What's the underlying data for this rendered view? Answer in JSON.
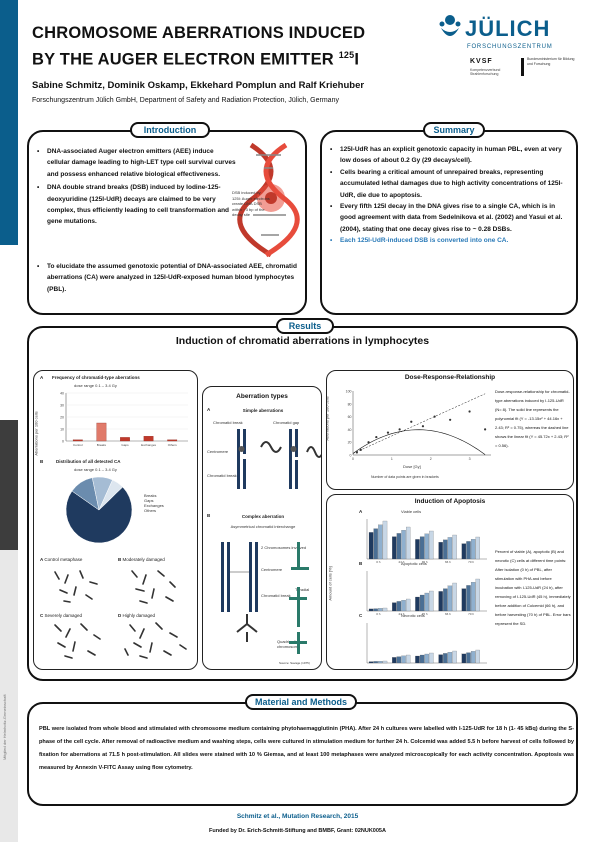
{
  "header": {
    "title_line1": "CHROMOSOME ABERRATIONS INDUCED",
    "title_line2": "BY THE AUGER ELECTRON EMITTER",
    "title_iso": "125",
    "title_el": "I",
    "authors": "Sabine Schmitz, Dominik Oskamp, Ekkehard Pomplun and Ralf Kriehuber",
    "affiliation": "Forschungszentrum Jülich GmbH, Department of Safety and Radiation Protection, Jülich, Germany"
  },
  "logos": {
    "juelich": "JÜLICH",
    "juelich_sub": "FORSCHUNGSZENTRUM",
    "kvsf": "KVSF",
    "kvsf_sub": "Kompetenzverbund Strahlenforschung",
    "gov": "Bundesministerium für Bildung und Forschung"
  },
  "sidebar": {
    "vertical_text": "Mitglied der Helmholtz-Gemeinschaft"
  },
  "introduction": {
    "heading": "Introduction",
    "bullets": [
      "DNA-associated Auger electron emitters (AEE) induce cellular damage leading to high-LET type cell survival curves and possess enhanced relative biological effectiveness.",
      "DNA double strand breaks (DSB) induced by Iodine-125-deoxyuridine (125I-UdR) decays are claimed to be very complex, thus efficiently leading to cell transformation and gene mutations.",
      "To elucidate the assumed genotoxic potential of DNA-associated AEE, chromatid aberrations (CA) were analyzed in 125I-UdR-exposed human blood lymphocytes (PBL)."
    ],
    "figure_caption": "DSB induced by 125I: Auger electrons create DNA DSB within ~3 bp of the decay site"
  },
  "summary": {
    "heading": "Summary",
    "bullets": [
      "125I-UdR has an explicit genotoxic capacity in human PBL, even at very low doses of about 0.2 Gy (29 decays/cell).",
      "Cells bearing a critical amount of unrepaired breaks, representing accumulated lethal damages due to high activity concentrations of 125I-UdR, die due to apoptosis.",
      "Every fifth 125I decay in the DNA gives rise to a single CA, which is in good agreement with data from Sedelnikova et al. (2002) and Yasui et al. (2004), stating that one decay gives rise to ~ 0.28 DSBs."
    ],
    "highlight": "Each 125I-UdR-induced DSB is converted into one CA."
  },
  "results": {
    "heading": "Results",
    "title": "Induction of chromatid aberrations in lymphocytes",
    "freq_panel": {
      "label_a": "A",
      "title_a": "Frequency of chromatid-type aberrations",
      "subtitle_a": "dose range 0.1 – 3.4 Gy",
      "ylabel": "Aberrations per 100 cells",
      "label_b": "B",
      "title_b": "Distribution of all detected CA",
      "subtitle_b": "dose range 0.1 – 3.4 Gy",
      "pie_legend": [
        "Breaks",
        "Gaps",
        "Exchanges",
        "Others"
      ]
    },
    "metaphases": {
      "a": "Control metaphase",
      "b": "Moderately damaged",
      "c": "Severely damaged",
      "d": "Highly damaged",
      "la": "A",
      "lb": "B",
      "lc": "C",
      "ld": "D"
    },
    "aberration_types": {
      "title": "Aberration types",
      "label_a": "A",
      "simple": "Simple aberrations",
      "chromatid_break": "Chromatid break",
      "chromatid_gap": "Chromatid gap",
      "centromere": "Centromere",
      "chromatid_break2": "Chromatid break",
      "label_b": "B",
      "complex": "Complex aberration",
      "complex_sub": "Asymmetrical chromatid interchange",
      "dicentric": "2 Chromosomes involved",
      "centromere2": "Centromere",
      "acentric": "Chromatid break",
      "tri": "Triradial",
      "quad": "Quadriradial chromosome",
      "source": "Source: Savage (1975)"
    },
    "dose_response": {
      "title": "Dose-Response-Relationship",
      "ylabel": "Aberrations per 100 cells",
      "xlabel": "Dose [Gy]",
      "note": "Number of data points are given in brackets",
      "caption": "Dose-response-relationship for chromatid-type aberrations induced by I-125-UdR (N= 8). The solid line represents the polynomial fit (Y = -13.15x² + 44.16x + 2.43; R² = 0.75), whereas the dashed line shows the linear fit (Y = 45.72x + 2.43; R² = 0.56)."
    },
    "apoptosis": {
      "title": "Induction of Apoptosis",
      "ylabel": "Amount of cells [%]",
      "label_a": "A",
      "label_b": "B",
      "label_c": "C",
      "title_a": "Viable cells",
      "title_b": "Apoptotic cells",
      "title_c": "Necrotic cells",
      "caption": "Percent of viable (A), apoptotic (B) and necrotic (C) cells at different time points: After isolation (0 h) of PBL, after stimulation with PHA and before incubation with I-125-UdR (24 h), after removing of I-125-UdR (45 h), immediately before addition of Colcemid (66 h), and before harvesting (70 h) of PBL. Error bars represent the SD."
    }
  },
  "methods": {
    "heading": "Material and Methods",
    "text": "PBL were isolated from whole blood and stimulated with chromosome medium containing phytohaemagglutinin (PHA). After 24 h cultures were labelled with I-125-UdR for 18 h (1- 45 kBq) during the S-phase of the cell cycle. After removal of radioactive medium and washing steps, cells were cultured in stimulation medium for further 24 h. Colcemid was added 5.5 h before harvest of cells followed by fixation for aberrations at 71.5 h post-stimulation. All slides were stained with 10 % Giemsa, and at least 100 metaphases were analyzed microscopically for each activity concentration. Apoptosis was measured by Annexin V-FITC Assay using flow cytometry."
  },
  "footer": {
    "reference": "Schmitz et al., Mutation Research, 2015",
    "funding": "Funded by Dr. Erich-Schmitt-Stiftung and BMBF, Grant: 02NUK005A"
  },
  "colors": {
    "accent": "#0b5e8c",
    "red": "#c0392b",
    "navy": "#1f3a5f"
  },
  "chart_data": [
    {
      "type": "bar",
      "title": "Frequency of chromatid-type aberrations",
      "ylabel": "Aberrations per 100 cells",
      "ylim": [
        0,
        40
      ],
      "categories": [
        "Control",
        "Breaks",
        "Gaps",
        "Exchanges",
        "Others"
      ],
      "values": [
        1,
        15,
        3,
        4,
        1
      ]
    },
    {
      "type": "pie",
      "title": "Distribution of all detected CA",
      "categories": [
        "Breaks",
        "Gaps",
        "Exchanges",
        "Others"
      ],
      "values": [
        72,
        12,
        10,
        6
      ]
    },
    {
      "type": "scatter",
      "title": "Dose-Response-Relationship",
      "xlabel": "Dose [Gy]",
      "ylabel": "Aberrations per 100 cells",
      "xlim": [
        0,
        3.5
      ],
      "ylim": [
        0,
        100
      ],
      "x": [
        0.1,
        0.2,
        0.4,
        0.6,
        0.9,
        1.2,
        1.5,
        1.8,
        2.1,
        2.5,
        3.0,
        3.4
      ],
      "y": [
        4,
        8,
        20,
        28,
        35,
        40,
        52,
        45,
        60,
        55,
        68,
        40
      ]
    },
    {
      "type": "bar",
      "title": "Induction of Apoptosis",
      "ylabel": "Amount of cells [%]",
      "categories": [
        "0 h",
        "24 h",
        "45 h",
        "66 h",
        "70 h"
      ],
      "series": [
        {
          "name": "Viable cells",
          "values": [
            95,
            80,
            70,
            60,
            55
          ]
        },
        {
          "name": "Apoptotic cells",
          "values": [
            3,
            12,
            20,
            28,
            32
          ]
        },
        {
          "name": "Necrotic cells",
          "values": [
            2,
            8,
            10,
            12,
            13
          ]
        }
      ]
    }
  ]
}
